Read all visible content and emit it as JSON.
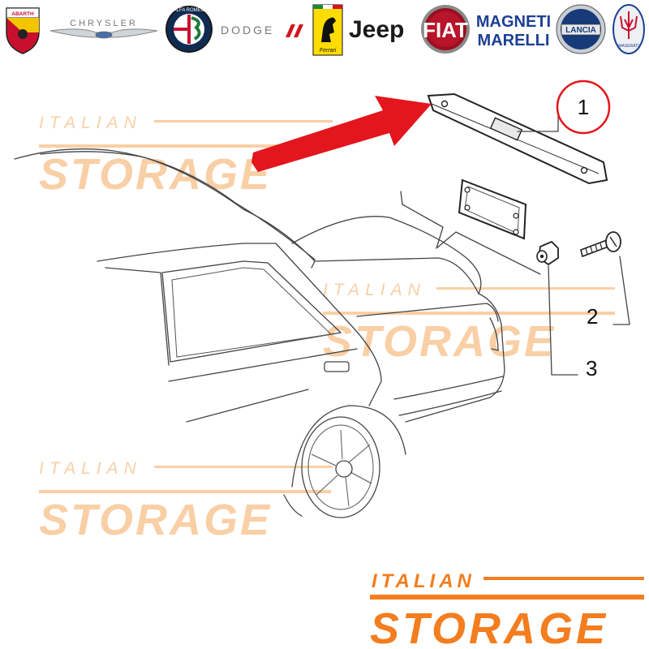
{
  "brands": {
    "abarth": "ABARTH",
    "chrysler": "CHRYSLER",
    "alfa_romeo": "ALFA ROMEO",
    "dodge": "DODGE",
    "ferrari": "Ferrari",
    "jeep": "Jeep",
    "fiat": "FIAT",
    "magneti_line1": "MAGNETI",
    "magneti_line2": "MARELLI",
    "lancia": "LANCIA",
    "maserati": "MASERATI"
  },
  "callouts": {
    "part_1": "1",
    "part_2": "2",
    "part_3": "3"
  },
  "watermark": {
    "line1": "ITALIAN",
    "line2": "STORAGE"
  },
  "colors": {
    "arrow": "#e3151d",
    "callout_circle": "#e3151d",
    "watermark": "#f5a85e",
    "logo_orange": "#f37d1f"
  }
}
